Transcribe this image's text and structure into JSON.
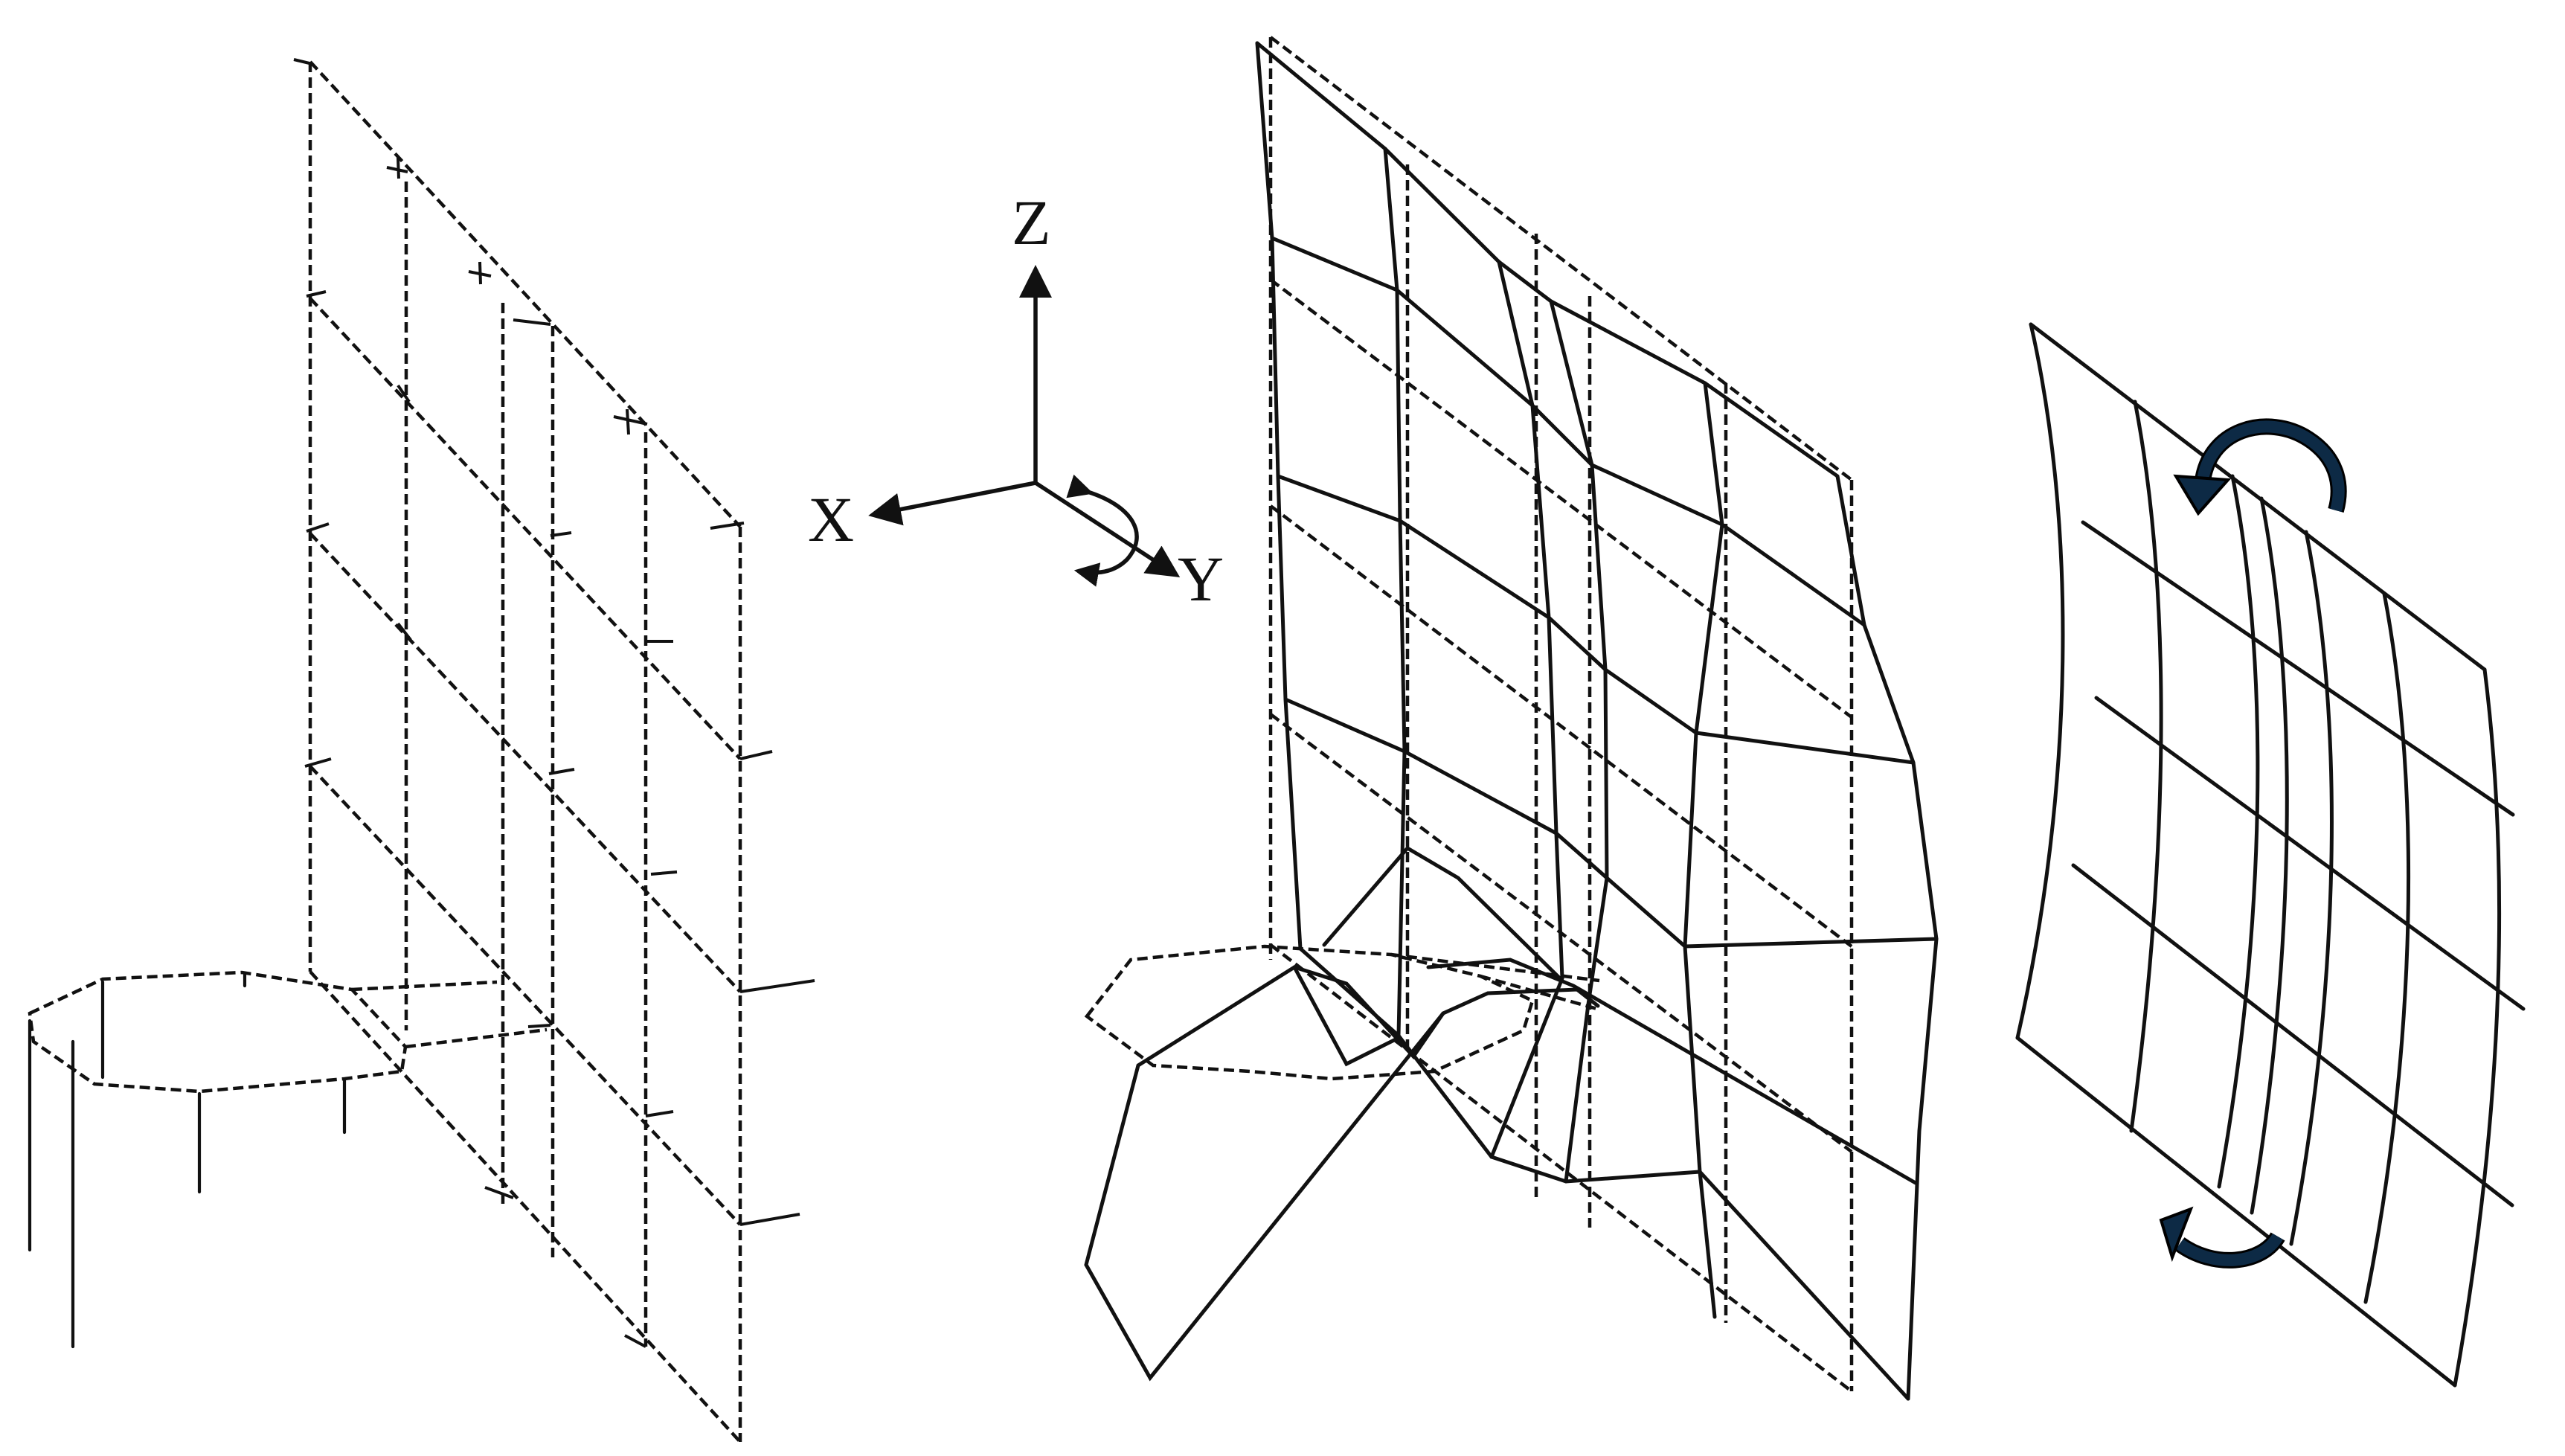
{
  "axes": {
    "z_label": "Z",
    "x_label": "X",
    "y_label": "Y"
  },
  "icons": {
    "y_rotation": "curved-double-arrow-icon",
    "surface_top_rotation": "curved-arrow-icon",
    "surface_bottom_rotation": "curved-arrow-icon"
  },
  "colors": {
    "line": "#111111",
    "rotation_arrow": "#0d2a45",
    "background": "#ffffff"
  }
}
